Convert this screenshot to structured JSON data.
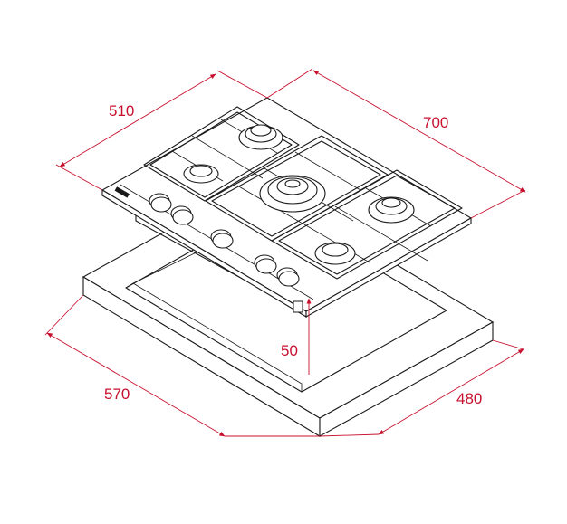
{
  "dimensions": {
    "hob_depth": "510",
    "hob_width": "700",
    "hob_height": "50",
    "cutout_width": "570",
    "cutout_depth": "480"
  },
  "colors": {
    "dimension": "#c8102e",
    "ink": "#1a1a1a",
    "background": "#ffffff"
  }
}
